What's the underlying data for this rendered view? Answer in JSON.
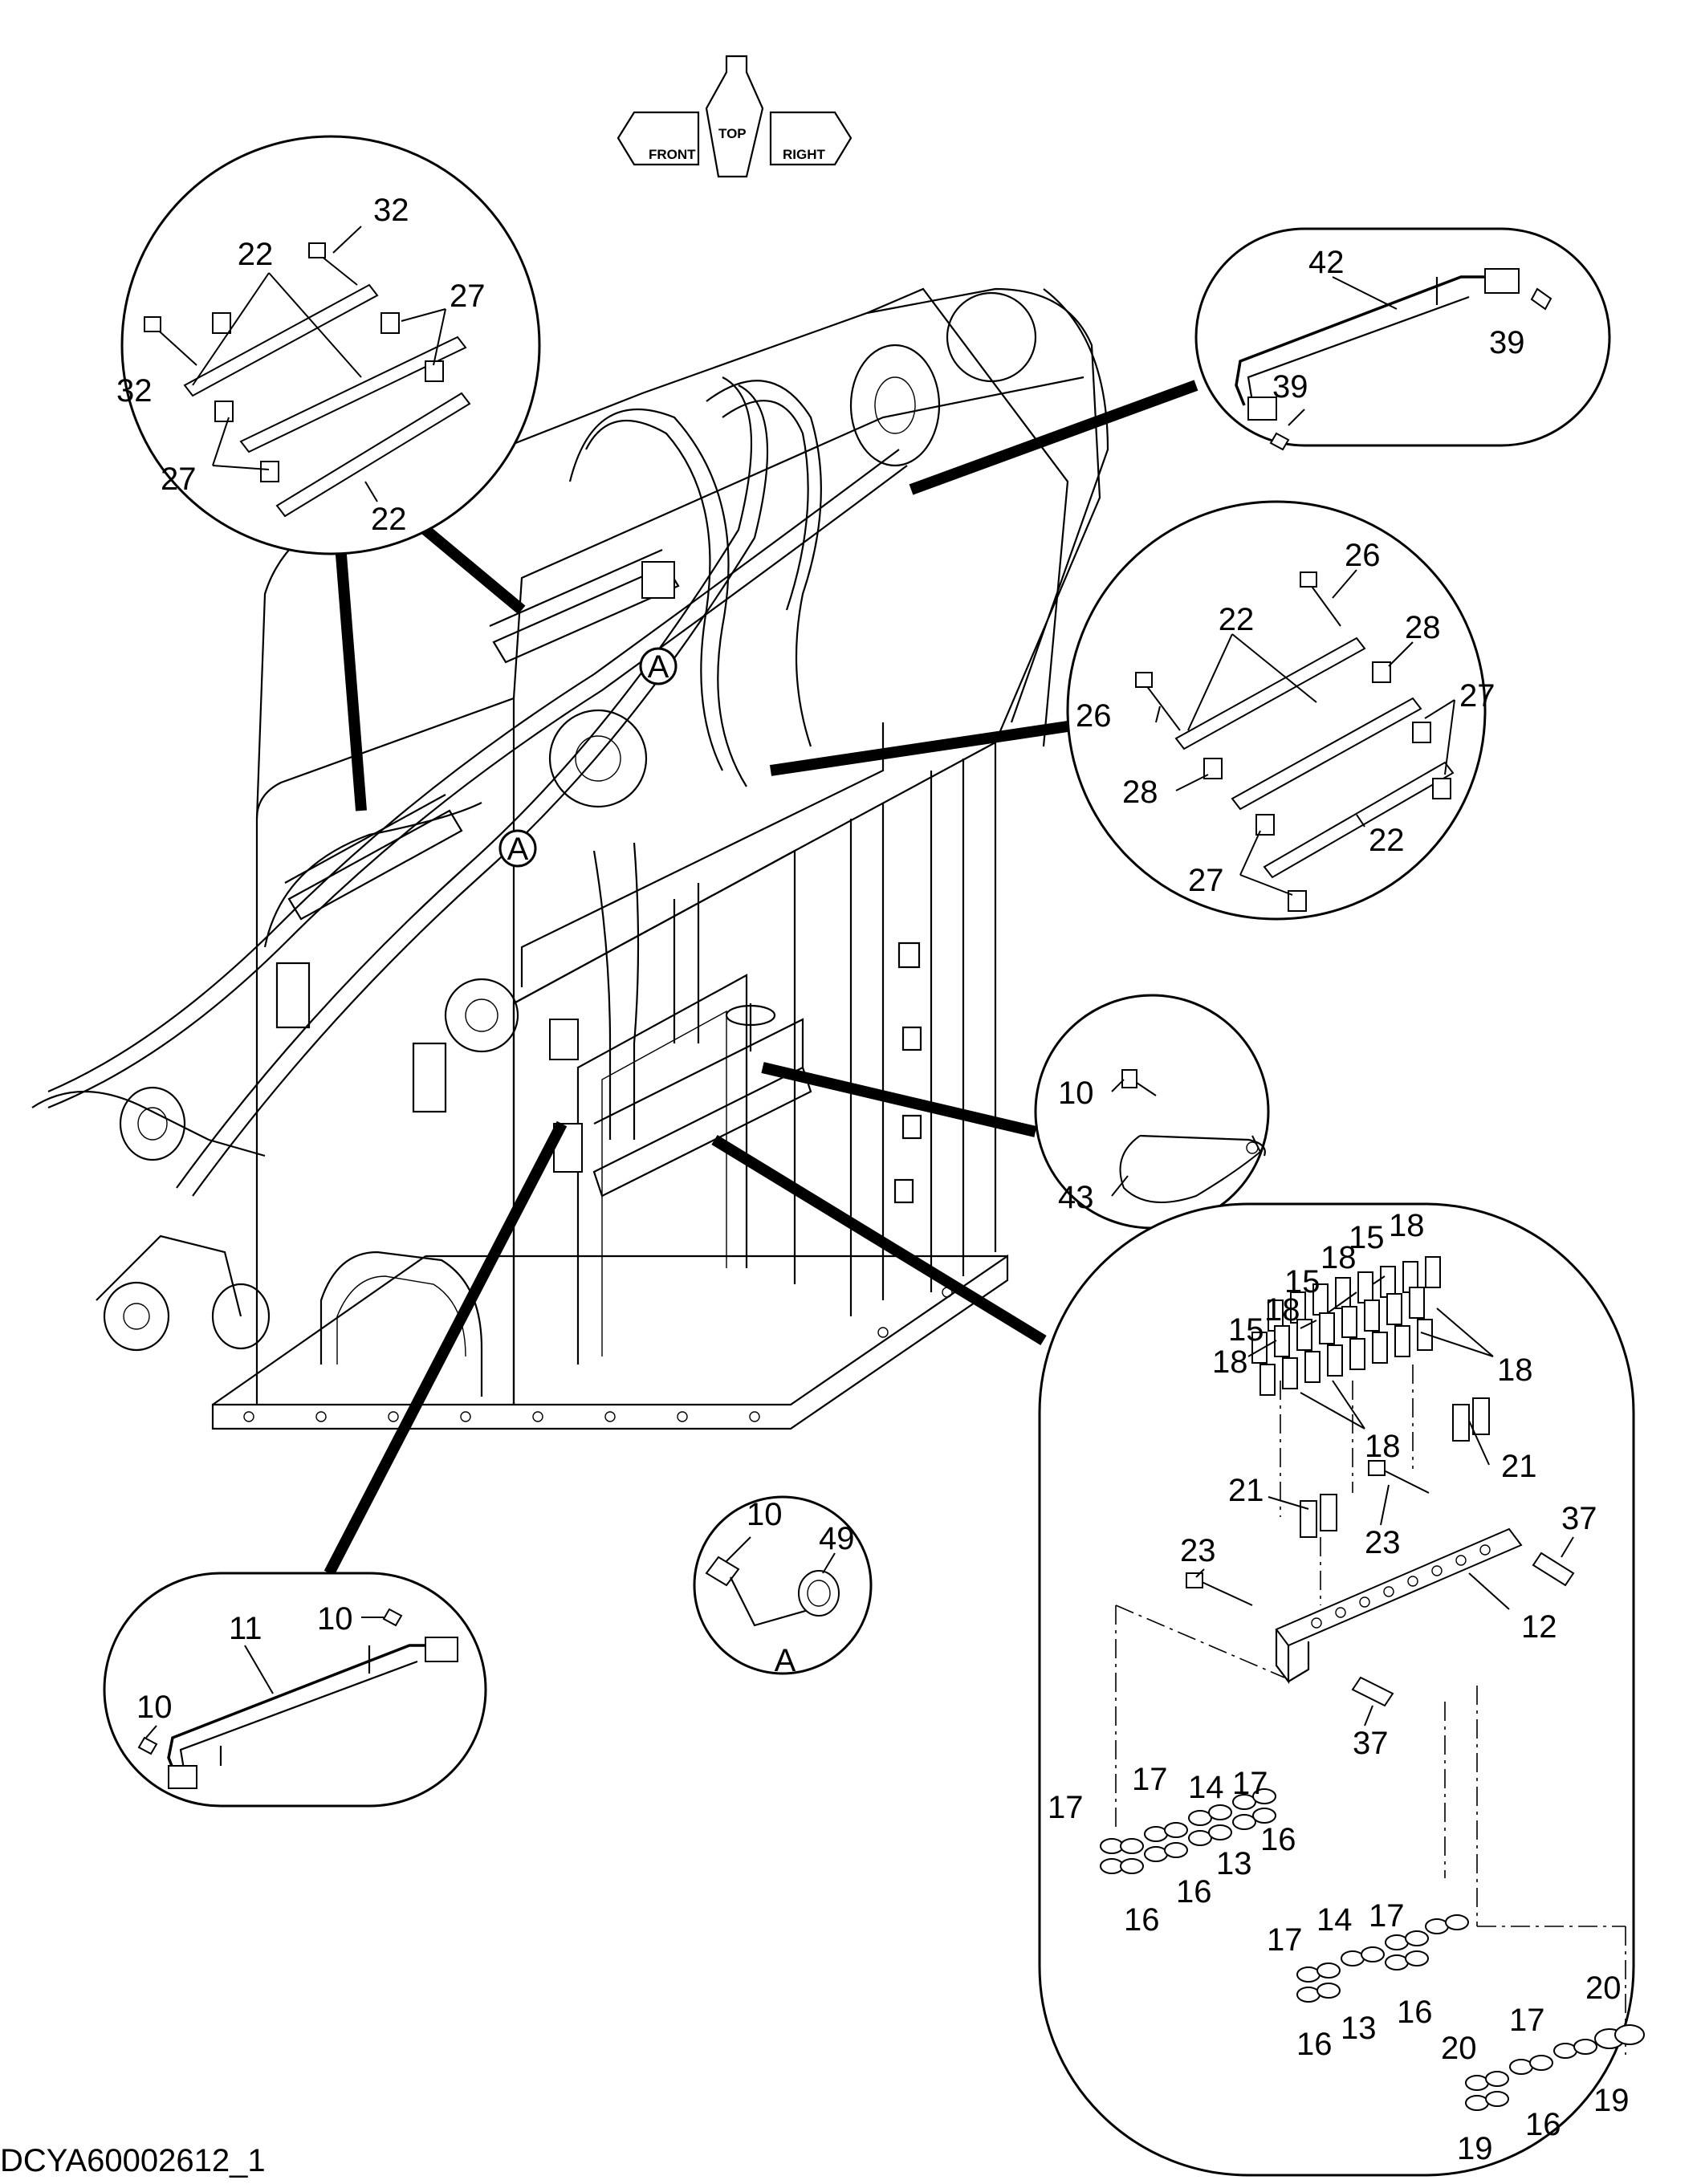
{
  "drawing_id": "DCYA60002612_1",
  "orientation_arrows": [
    "FRONT",
    "TOP",
    "RIGHT"
  ],
  "section_markers": [
    "A",
    "A"
  ],
  "section_view_label": "A",
  "labels": {
    "n10": "10",
    "n11": "11",
    "n12": "12",
    "n13": "13",
    "n14": "14",
    "n15": "15",
    "n16": "16",
    "n17": "17",
    "n18": "18",
    "n19": "19",
    "n20": "20",
    "n21": "21",
    "n22": "22",
    "n23": "23",
    "n26": "26",
    "n27": "27",
    "n28": "28",
    "n32": "32",
    "n37": "37",
    "n39": "39",
    "n42": "42",
    "n43": "43",
    "n49": "49"
  }
}
